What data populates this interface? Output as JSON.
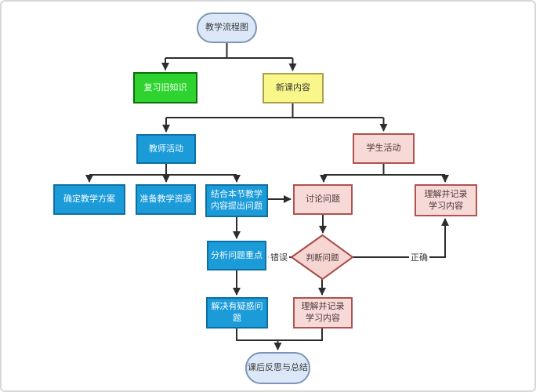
{
  "diagram": {
    "type": "flowchart",
    "language": "zh-CN",
    "nodes": {
      "start": {
        "label": "教学流程图",
        "shape": "terminal"
      },
      "review": {
        "label": "复习旧知识",
        "shape": "process",
        "color": "green"
      },
      "new_lesson": {
        "label": "新课内容",
        "shape": "process",
        "color": "yellow"
      },
      "teacher": {
        "label": "教师活动",
        "shape": "process",
        "color": "blue"
      },
      "student": {
        "label": "学生活动",
        "shape": "process",
        "color": "pink"
      },
      "plan": {
        "label": "确定教学方案",
        "shape": "process",
        "color": "blue"
      },
      "resource": {
        "label": "准备教学资源",
        "shape": "process",
        "color": "blue"
      },
      "raise_questions": {
        "label": "结合本节教学\n内容提出问题",
        "shape": "process",
        "color": "blue"
      },
      "discuss": {
        "label": "讨论问题",
        "shape": "process",
        "color": "pink"
      },
      "record_top": {
        "label": "理解并记录\n学习内容",
        "shape": "process",
        "color": "pink"
      },
      "judge": {
        "label": "判断问题",
        "shape": "decision",
        "color": "pink"
      },
      "analyze": {
        "label": "分析问题重点",
        "shape": "process",
        "color": "blue"
      },
      "solve": {
        "label": "解决有疑惑问题",
        "shape": "process",
        "color": "blue"
      },
      "record_bottom": {
        "label": "理解并记录\n学习内容",
        "shape": "process",
        "color": "pink"
      },
      "end": {
        "label": "课后反思与总结",
        "shape": "terminal"
      }
    },
    "edge_labels": {
      "wrong": "错误",
      "right": "正确"
    },
    "colors": {
      "process_blue_fill": "#1C9BD9",
      "process_blue_border": "#0E6FA4",
      "green_fill": "#2FD32F",
      "green_border": "#0C6E0C",
      "yellow_fill": "#F9F78A",
      "yellow_border": "#ABA04A",
      "pink_fill": "#F7DAD7",
      "pink_border": "#B0524E",
      "decision_fill": "#F6D5D3",
      "decision_border": "#A94743",
      "terminal_fill": "#DCE8F8",
      "terminal_border": "#7D95B5",
      "connector_line": "#2D2D2D"
    }
  }
}
